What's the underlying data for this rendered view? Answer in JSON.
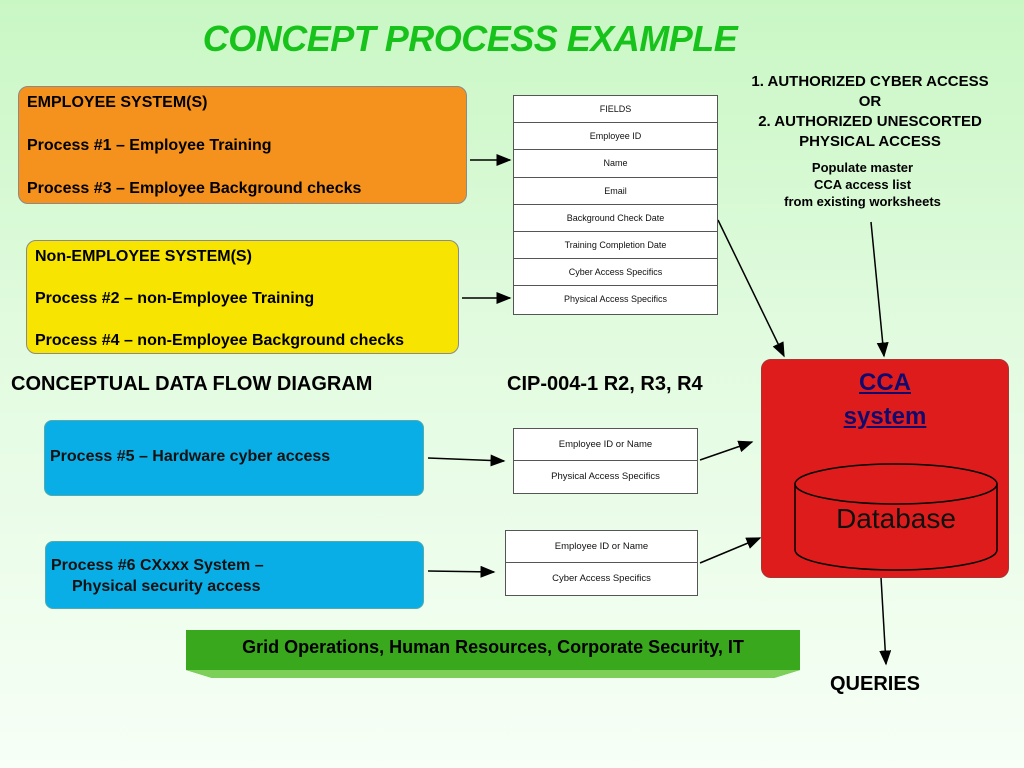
{
  "title": "CONCEPT PROCESS EXAMPLE",
  "employee_system": {
    "heading": "EMPLOYEE SYSTEM(S)",
    "process1": "Process #1 – Employee Training",
    "process3": "Process #3 – Employee Background checks",
    "color": "#f5921e"
  },
  "non_employee_system": {
    "heading": "Non-EMPLOYEE SYSTEM(S)",
    "process2": "Process #2 – non-Employee Training",
    "process4": "Process #4 – non-Employee Background checks",
    "color": "#f7e400"
  },
  "fields_table": [
    "FIELDS",
    "Employee ID",
    "Name",
    "Email",
    "Background Check Date",
    "Training Completion Date",
    "Cyber Access Specifics",
    "Physical Access Specifics"
  ],
  "authorization": {
    "line1": "1. AUTHORIZED CYBER ACCESS",
    "line2": "OR",
    "line3": "2. AUTHORIZED UNESCORTED",
    "line4": "PHYSICAL ACCESS"
  },
  "populate": {
    "line1": "Populate master",
    "line2": "CCA access list",
    "line3": "from existing worksheets"
  },
  "subheading_left": "CONCEPTUAL DATA FLOW DIAGRAM",
  "subheading_right": "CIP-004-1 R2, R3, R4",
  "process5": {
    "label": "Process #5 – Hardware cyber access",
    "color": "#0aaee6"
  },
  "process5_table": [
    "Employee ID or Name",
    "Physical Access Specifics"
  ],
  "process6": {
    "line1": "Process #6 CXxxx System –",
    "line2": "Physical security access",
    "color": "#0aaee6"
  },
  "process6_table": [
    "Employee ID or Name",
    "Cyber Access Specifics"
  ],
  "cca": {
    "line1": "CCA",
    "line2": "system",
    "database": "Database",
    "color": "#de1c1c"
  },
  "banner": {
    "text": "Grid Operations, Human Resources, Corporate Security, IT",
    "color": "#3aa81c"
  },
  "queries": "QUERIES"
}
